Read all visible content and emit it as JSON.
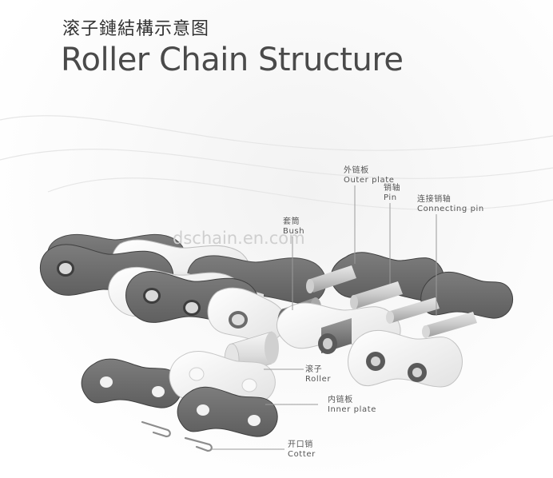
{
  "title_zh": "滚子鏈結構示意图",
  "title_en": "Roller Chain Structure",
  "watermark": "dschain.en.com",
  "labels": {
    "outer_plate": {
      "zh": "外链板",
      "en": "Outer plate"
    },
    "pin": {
      "zh": "销轴",
      "en": "Pin"
    },
    "connecting_pin": {
      "zh": "连接销轴",
      "en": "Connecting pin"
    },
    "bush": {
      "zh": "套筒",
      "en": "Bush"
    },
    "roller": {
      "zh": "滚子",
      "en": "Roller"
    },
    "inner_plate": {
      "zh": "内链板",
      "en": "Inner plate"
    },
    "cotter": {
      "zh": "开口销",
      "en": "Cotter"
    }
  },
  "colors": {
    "plate_dark": "#6f6f6f",
    "plate_light": "#f4f4f4",
    "metal": "#8a8a8a",
    "leader": "#9a9a9a"
  }
}
